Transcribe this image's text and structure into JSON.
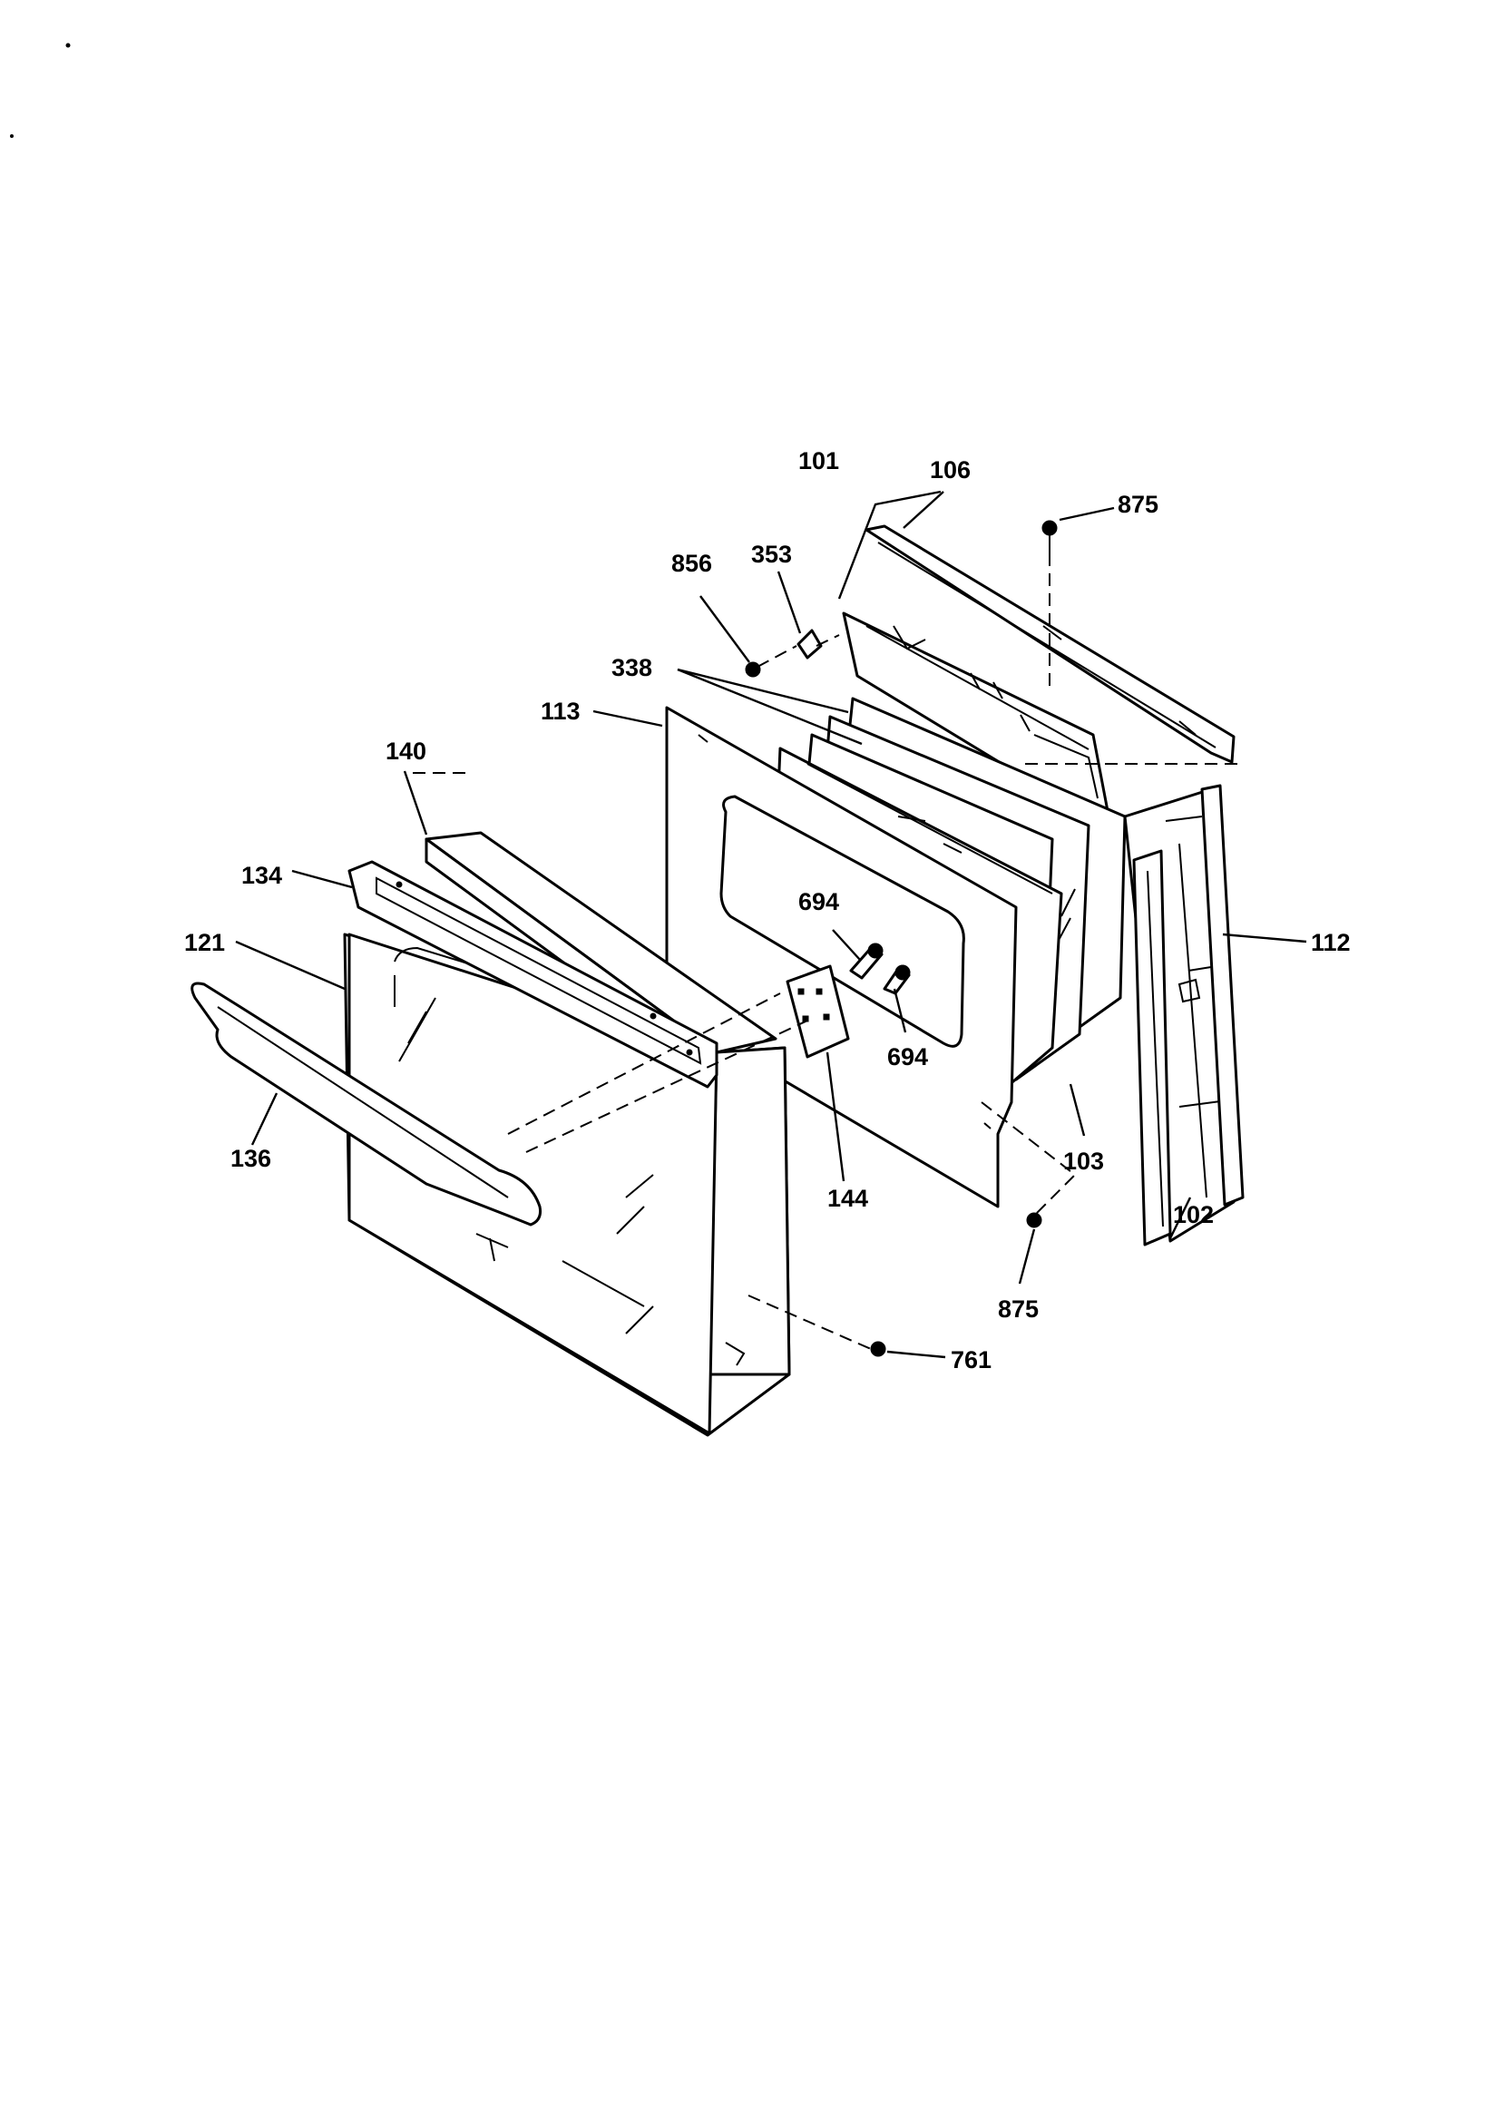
{
  "diagram": {
    "callouts": [
      {
        "id": "101",
        "text": "101"
      },
      {
        "id": "106",
        "text": "106"
      },
      {
        "id": "875-top",
        "text": "875"
      },
      {
        "id": "856",
        "text": "856"
      },
      {
        "id": "353",
        "text": "353"
      },
      {
        "id": "338",
        "text": "338"
      },
      {
        "id": "113",
        "text": "113"
      },
      {
        "id": "140",
        "text": "140"
      },
      {
        "id": "134",
        "text": "134"
      },
      {
        "id": "121",
        "text": "121"
      },
      {
        "id": "112",
        "text": "112"
      },
      {
        "id": "694-upper",
        "text": "694"
      },
      {
        "id": "694-lower",
        "text": "694"
      },
      {
        "id": "136",
        "text": "136"
      },
      {
        "id": "144",
        "text": "144"
      },
      {
        "id": "103",
        "text": "103"
      },
      {
        "id": "102",
        "text": "102"
      },
      {
        "id": "875-bottom",
        "text": "875"
      },
      {
        "id": "761",
        "text": "761"
      }
    ]
  }
}
